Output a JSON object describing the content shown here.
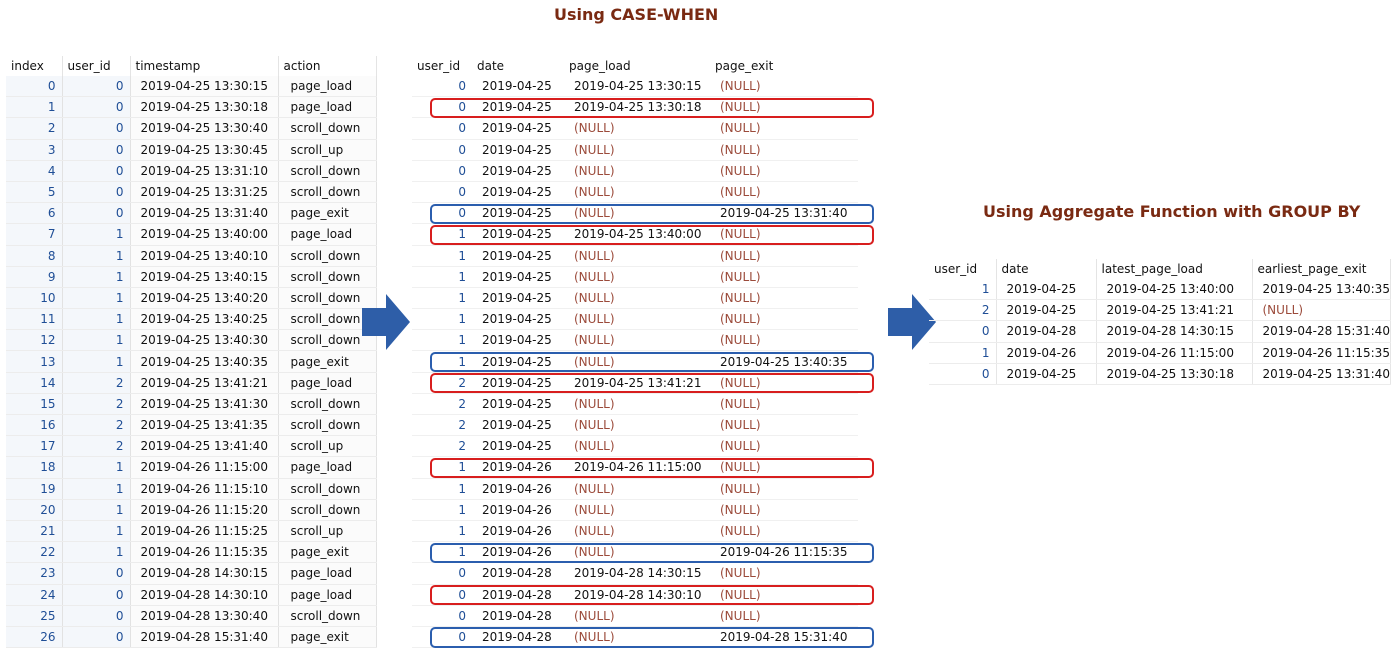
{
  "titles": {
    "case_when": "Using CASE-WHEN",
    "aggregate": "Using Aggregate Function with GROUP BY"
  },
  "icons": {
    "transform_arrow": "right-arrow-icon"
  },
  "colors": {
    "highlight_page_load": "#d81e1e",
    "highlight_page_exit": "#2b5eae",
    "arrow": "#2e5ea8",
    "title": "#7a2a12"
  },
  "source_table": {
    "headers": [
      "index",
      "user_id",
      "timestamp",
      "action"
    ],
    "rows": [
      [
        "0",
        "0",
        "2019-04-25 13:30:15",
        "page_load"
      ],
      [
        "1",
        "0",
        "2019-04-25 13:30:18",
        "page_load"
      ],
      [
        "2",
        "0",
        "2019-04-25 13:30:40",
        "scroll_down"
      ],
      [
        "3",
        "0",
        "2019-04-25 13:30:45",
        "scroll_up"
      ],
      [
        "4",
        "0",
        "2019-04-25 13:31:10",
        "scroll_down"
      ],
      [
        "5",
        "0",
        "2019-04-25 13:31:25",
        "scroll_down"
      ],
      [
        "6",
        "0",
        "2019-04-25 13:31:40",
        "page_exit"
      ],
      [
        "7",
        "1",
        "2019-04-25 13:40:00",
        "page_load"
      ],
      [
        "8",
        "1",
        "2019-04-25 13:40:10",
        "scroll_down"
      ],
      [
        "9",
        "1",
        "2019-04-25 13:40:15",
        "scroll_down"
      ],
      [
        "10",
        "1",
        "2019-04-25 13:40:20",
        "scroll_down"
      ],
      [
        "11",
        "1",
        "2019-04-25 13:40:25",
        "scroll_down"
      ],
      [
        "12",
        "1",
        "2019-04-25 13:40:30",
        "scroll_down"
      ],
      [
        "13",
        "1",
        "2019-04-25 13:40:35",
        "page_exit"
      ],
      [
        "14",
        "2",
        "2019-04-25 13:41:21",
        "page_load"
      ],
      [
        "15",
        "2",
        "2019-04-25 13:41:30",
        "scroll_down"
      ],
      [
        "16",
        "2",
        "2019-04-25 13:41:35",
        "scroll_down"
      ],
      [
        "17",
        "2",
        "2019-04-25 13:41:40",
        "scroll_up"
      ],
      [
        "18",
        "1",
        "2019-04-26 11:15:00",
        "page_load"
      ],
      [
        "19",
        "1",
        "2019-04-26 11:15:10",
        "scroll_down"
      ],
      [
        "20",
        "1",
        "2019-04-26 11:15:20",
        "scroll_down"
      ],
      [
        "21",
        "1",
        "2019-04-26 11:15:25",
        "scroll_up"
      ],
      [
        "22",
        "1",
        "2019-04-26 11:15:35",
        "page_exit"
      ],
      [
        "23",
        "0",
        "2019-04-28 14:30:15",
        "page_load"
      ],
      [
        "24",
        "0",
        "2019-04-28 14:30:10",
        "page_load"
      ],
      [
        "25",
        "0",
        "2019-04-28 13:30:40",
        "scroll_down"
      ],
      [
        "26",
        "0",
        "2019-04-28 15:31:40",
        "page_exit"
      ]
    ]
  },
  "case_table": {
    "headers": [
      "user_id",
      "date",
      "page_load",
      "page_exit"
    ],
    "rows": [
      [
        "0",
        "2019-04-25",
        "2019-04-25 13:30:15",
        "(NULL)"
      ],
      [
        "0",
        "2019-04-25",
        "2019-04-25 13:30:18",
        "(NULL)"
      ],
      [
        "0",
        "2019-04-25",
        "(NULL)",
        "(NULL)"
      ],
      [
        "0",
        "2019-04-25",
        "(NULL)",
        "(NULL)"
      ],
      [
        "0",
        "2019-04-25",
        "(NULL)",
        "(NULL)"
      ],
      [
        "0",
        "2019-04-25",
        "(NULL)",
        "(NULL)"
      ],
      [
        "0",
        "2019-04-25",
        "(NULL)",
        "2019-04-25 13:31:40"
      ],
      [
        "1",
        "2019-04-25",
        "2019-04-25 13:40:00",
        "(NULL)"
      ],
      [
        "1",
        "2019-04-25",
        "(NULL)",
        "(NULL)"
      ],
      [
        "1",
        "2019-04-25",
        "(NULL)",
        "(NULL)"
      ],
      [
        "1",
        "2019-04-25",
        "(NULL)",
        "(NULL)"
      ],
      [
        "1",
        "2019-04-25",
        "(NULL)",
        "(NULL)"
      ],
      [
        "1",
        "2019-04-25",
        "(NULL)",
        "(NULL)"
      ],
      [
        "1",
        "2019-04-25",
        "(NULL)",
        "2019-04-25 13:40:35"
      ],
      [
        "2",
        "2019-04-25",
        "2019-04-25 13:41:21",
        "(NULL)"
      ],
      [
        "2",
        "2019-04-25",
        "(NULL)",
        "(NULL)"
      ],
      [
        "2",
        "2019-04-25",
        "(NULL)",
        "(NULL)"
      ],
      [
        "2",
        "2019-04-25",
        "(NULL)",
        "(NULL)"
      ],
      [
        "1",
        "2019-04-26",
        "2019-04-26 11:15:00",
        "(NULL)"
      ],
      [
        "1",
        "2019-04-26",
        "(NULL)",
        "(NULL)"
      ],
      [
        "1",
        "2019-04-26",
        "(NULL)",
        "(NULL)"
      ],
      [
        "1",
        "2019-04-26",
        "(NULL)",
        "(NULL)"
      ],
      [
        "1",
        "2019-04-26",
        "(NULL)",
        "2019-04-26 11:15:35"
      ],
      [
        "0",
        "2019-04-28",
        "2019-04-28 14:30:15",
        "(NULL)"
      ],
      [
        "0",
        "2019-04-28",
        "2019-04-28 14:30:10",
        "(NULL)"
      ],
      [
        "0",
        "2019-04-28",
        "(NULL)",
        "(NULL)"
      ],
      [
        "0",
        "2019-04-28",
        "(NULL)",
        "2019-04-28 15:31:40"
      ]
    ],
    "red_highlight_rows": [
      1,
      7,
      14,
      18,
      24
    ],
    "blue_highlight_rows": [
      6,
      13,
      22,
      26
    ]
  },
  "group_table": {
    "headers": [
      "user_id",
      "date",
      "latest_page_load",
      "earliest_page_exit"
    ],
    "rows": [
      [
        "1",
        "2019-04-25",
        "2019-04-25 13:40:00",
        "2019-04-25 13:40:35"
      ],
      [
        "2",
        "2019-04-25",
        "2019-04-25 13:41:21",
        "(NULL)"
      ],
      [
        "0",
        "2019-04-28",
        "2019-04-28 14:30:15",
        "2019-04-28 15:31:40"
      ],
      [
        "1",
        "2019-04-26",
        "2019-04-26 11:15:00",
        "2019-04-26 11:15:35"
      ],
      [
        "0",
        "2019-04-25",
        "2019-04-25 13:30:18",
        "2019-04-25 13:31:40"
      ]
    ]
  }
}
